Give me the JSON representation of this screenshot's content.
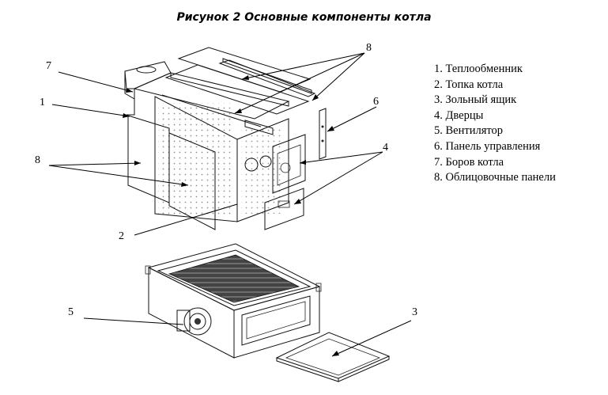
{
  "figure": {
    "title": "Рисунок 2 Основные компоненты котла"
  },
  "callouts": {
    "c7": "7",
    "c1": "1",
    "c8_left": "8",
    "c2": "2",
    "c8_top": "8",
    "c6": "6",
    "c4": "4",
    "c5": "5",
    "c3": "3"
  },
  "legend": {
    "items": [
      "1. Теплообменник",
      "2. Топка котла",
      "3. Зольный ящик",
      "4. Дверцы",
      "5. Вентилятор",
      "6. Панель управления",
      "7. Боров котла",
      "8. Облицовочные панели"
    ]
  }
}
